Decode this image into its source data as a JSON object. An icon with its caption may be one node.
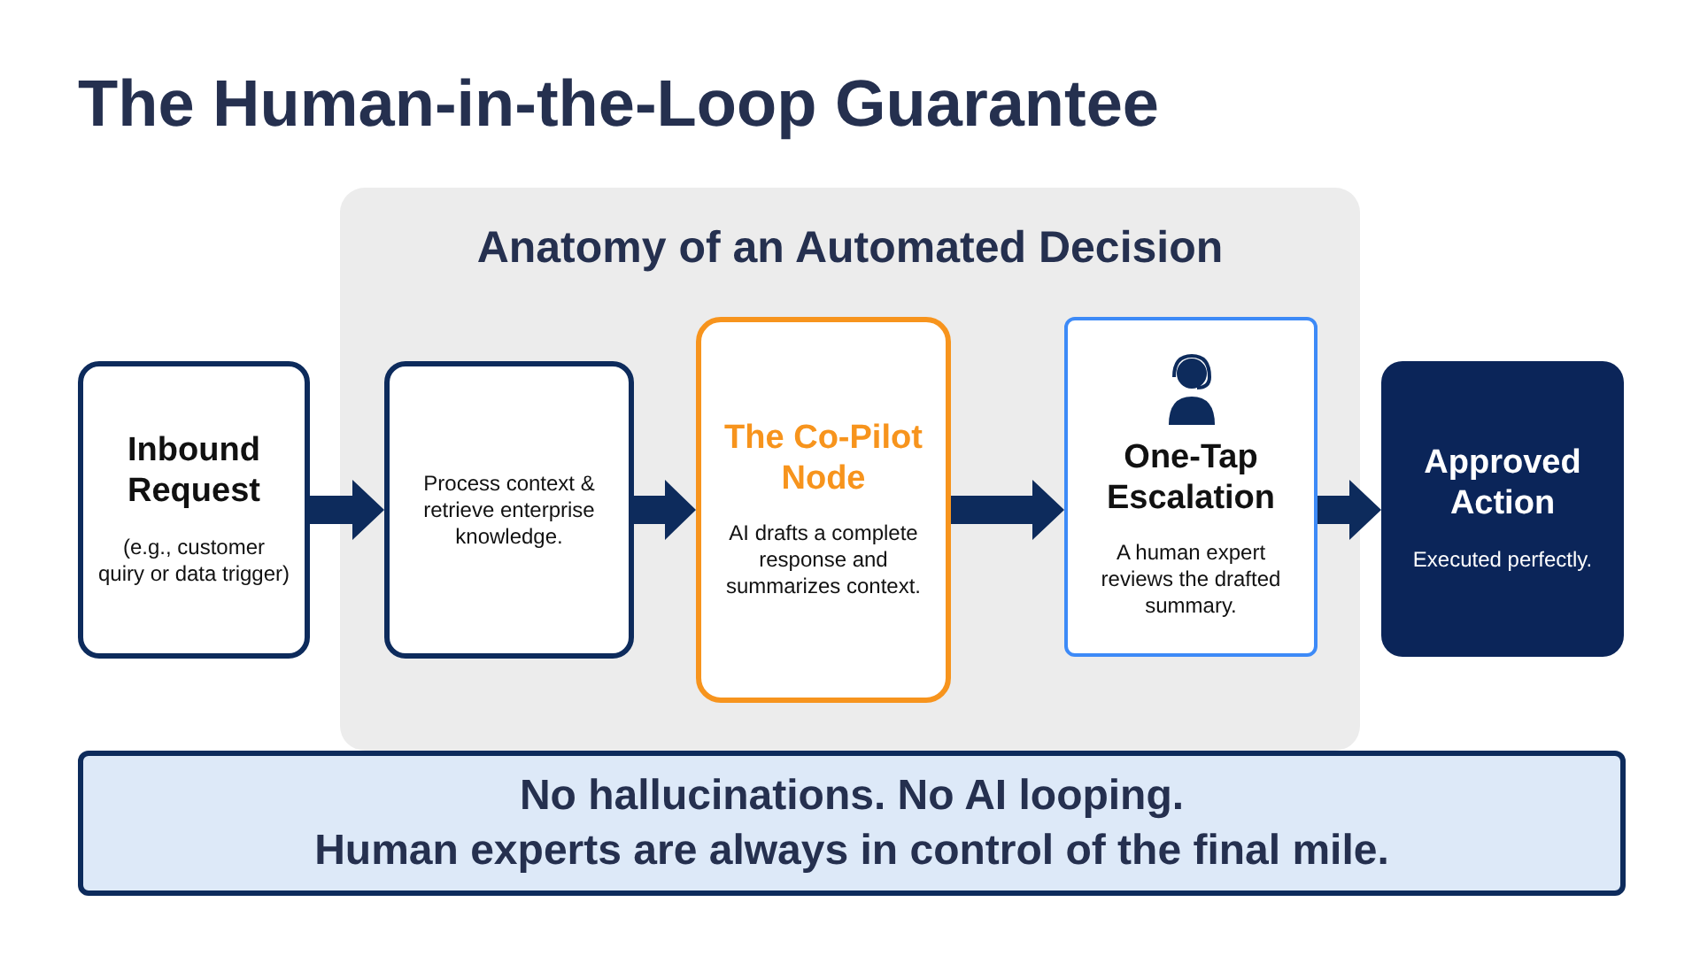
{
  "diagram": {
    "title": "The Human-in-the-Loop Guarantee",
    "nodes": [
      {
        "text": [
          "Anatomy of an Automated Decision"
        ]
      },
      {
        "text": [
          "Inbound Request",
          "(e.g., customer quiry or data trigger)"
        ]
      },
      {
        "text": [
          "Process context & retrieve enterprise knowledge."
        ],
        "in": 0
      },
      {
        "text": [
          "The Co-Pilot Node",
          "AI drafts a complete response and summarizes context."
        ],
        "in": 0
      },
      {
        "text": [
          "One-Tap Escalation",
          "A human expert reviews the drafted summary."
        ],
        "in": 0
      },
      {
        "text": [
          "Approved Action",
          "Executed perfectly."
        ]
      },
      {
        "text": [
          "No hallucinations. No AI looping.",
          "Human experts are always in control of the final mile."
        ]
      }
    ],
    "edges": [
      {
        "from": 1,
        "to": 2,
        "arrow": "to",
        "style": "thick"
      },
      {
        "from": 2,
        "to": 3,
        "arrow": "to",
        "style": "thick"
      },
      {
        "from": 3,
        "to": 4,
        "arrow": "to",
        "style": "thick"
      },
      {
        "from": 4,
        "to": 5,
        "arrow": "to",
        "style": "thick"
      }
    ]
  }
}
